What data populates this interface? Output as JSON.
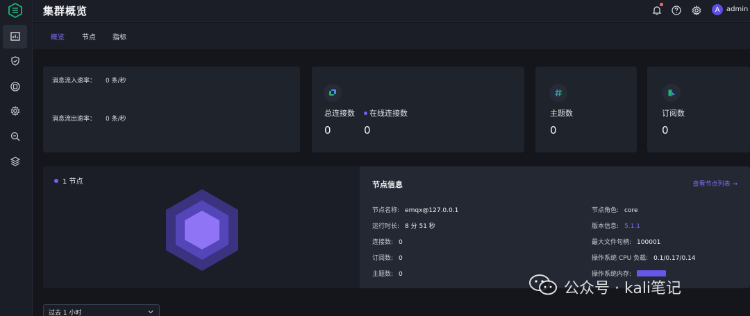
{
  "header": {
    "title": "集群概览",
    "username": "admin",
    "avatar_letter": "A"
  },
  "sidebar": {
    "items": [
      {
        "icon": "dashboard-icon",
        "active": true
      },
      {
        "icon": "shield-icon",
        "active": false
      },
      {
        "icon": "data-integration-icon",
        "active": false
      },
      {
        "icon": "settings-gear-icon",
        "active": false
      },
      {
        "icon": "diagnose-search-icon",
        "active": false
      },
      {
        "icon": "layers-icon",
        "active": false
      }
    ]
  },
  "tabs": [
    {
      "label": "概览",
      "active": true
    },
    {
      "label": "节点",
      "active": false
    },
    {
      "label": "指标",
      "active": false
    }
  ],
  "rates": {
    "in_label": "消息流入速率：",
    "in_value": "0 条/秒",
    "out_label": "消息流出速率：",
    "out_value": "0 条/秒"
  },
  "metrics": {
    "connections": {
      "label": "总连接数",
      "value": "0",
      "online_label": "在线连接数",
      "online_value": "0"
    },
    "topics": {
      "label": "主题数",
      "value": "0"
    },
    "subscriptions": {
      "label": "订阅数",
      "value": "0"
    }
  },
  "nodes": {
    "count_label": "1 节点"
  },
  "node_info": {
    "title": "节点信息",
    "view_list": "查看节点列表 →",
    "left": [
      {
        "label": "节点名称:",
        "value": "emqx@127.0.0.1"
      },
      {
        "label": "运行时长:",
        "value": "8 分 51 秒"
      },
      {
        "label": "连接数:",
        "value": "0"
      },
      {
        "label": "订阅数:",
        "value": "0"
      },
      {
        "label": "主题数:",
        "value": "0"
      }
    ],
    "right": [
      {
        "label": "节点角色:",
        "value": "core"
      },
      {
        "label": "版本信息:",
        "value": "5.1.1"
      },
      {
        "label": "最大文件句柄:",
        "value": "100001"
      },
      {
        "label": "操作系统 CPU 负载:",
        "value": "0.1/0.17/0.14"
      },
      {
        "label": "操作系统内存:",
        "value": ""
      }
    ]
  },
  "time_range": {
    "selected": "过去 1 小时"
  },
  "watermark": {
    "text": "公众号 · kali笔记"
  },
  "colors": {
    "accent": "#7062f0",
    "background": "#14161c",
    "card": "#1f232c",
    "brand_green": "#21b07a"
  }
}
